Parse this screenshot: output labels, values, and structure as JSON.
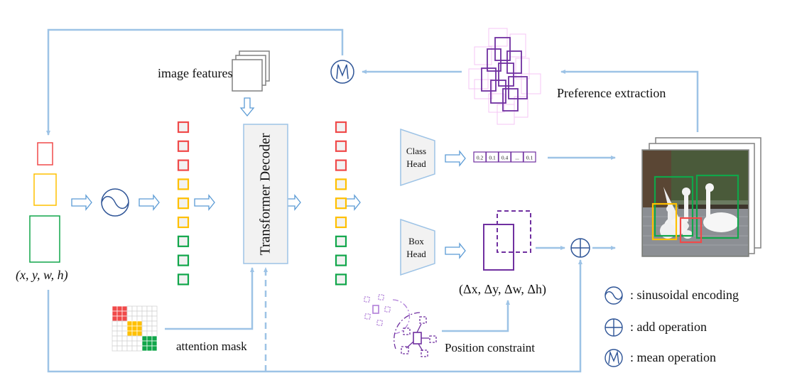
{
  "figure": {
    "labels": {
      "image_features": "image features",
      "preference_extraction": "Preference extraction",
      "transformer_decoder": "Transformer Decoder",
      "class_head_line1": "Class",
      "class_head_line2": "Head",
      "box_head_line1": "Box",
      "box_head_line2": "Head",
      "box_coords": "(x, y, w, h)",
      "box_deltas": "(Δx, Δy, Δw, Δh)",
      "attention_mask": "attention mask",
      "position_constraint": "Position constraint"
    },
    "class_scores": [
      "0.2",
      "0.1",
      "0.4",
      "...",
      "0.1"
    ],
    "query_colors": [
      "red",
      "red",
      "red",
      "yellow",
      "yellow",
      "yellow",
      "green",
      "green",
      "green"
    ],
    "legend": [
      {
        "icon": "sinusoidal-icon",
        "text": ": sinusoidal encoding"
      },
      {
        "icon": "add-icon",
        "text": ": add operation"
      },
      {
        "icon": "mean-icon",
        "text": ": mean operation"
      }
    ],
    "colors": {
      "red": "#f04a4a",
      "yellow": "#ffc000",
      "green": "#10a64a",
      "purple": "#7030a0",
      "pink": "#f4c6f4",
      "arrow": "#9dc3e6",
      "symbol_blue": "#2f5597",
      "gray_fill": "#f2f2f2"
    }
  }
}
